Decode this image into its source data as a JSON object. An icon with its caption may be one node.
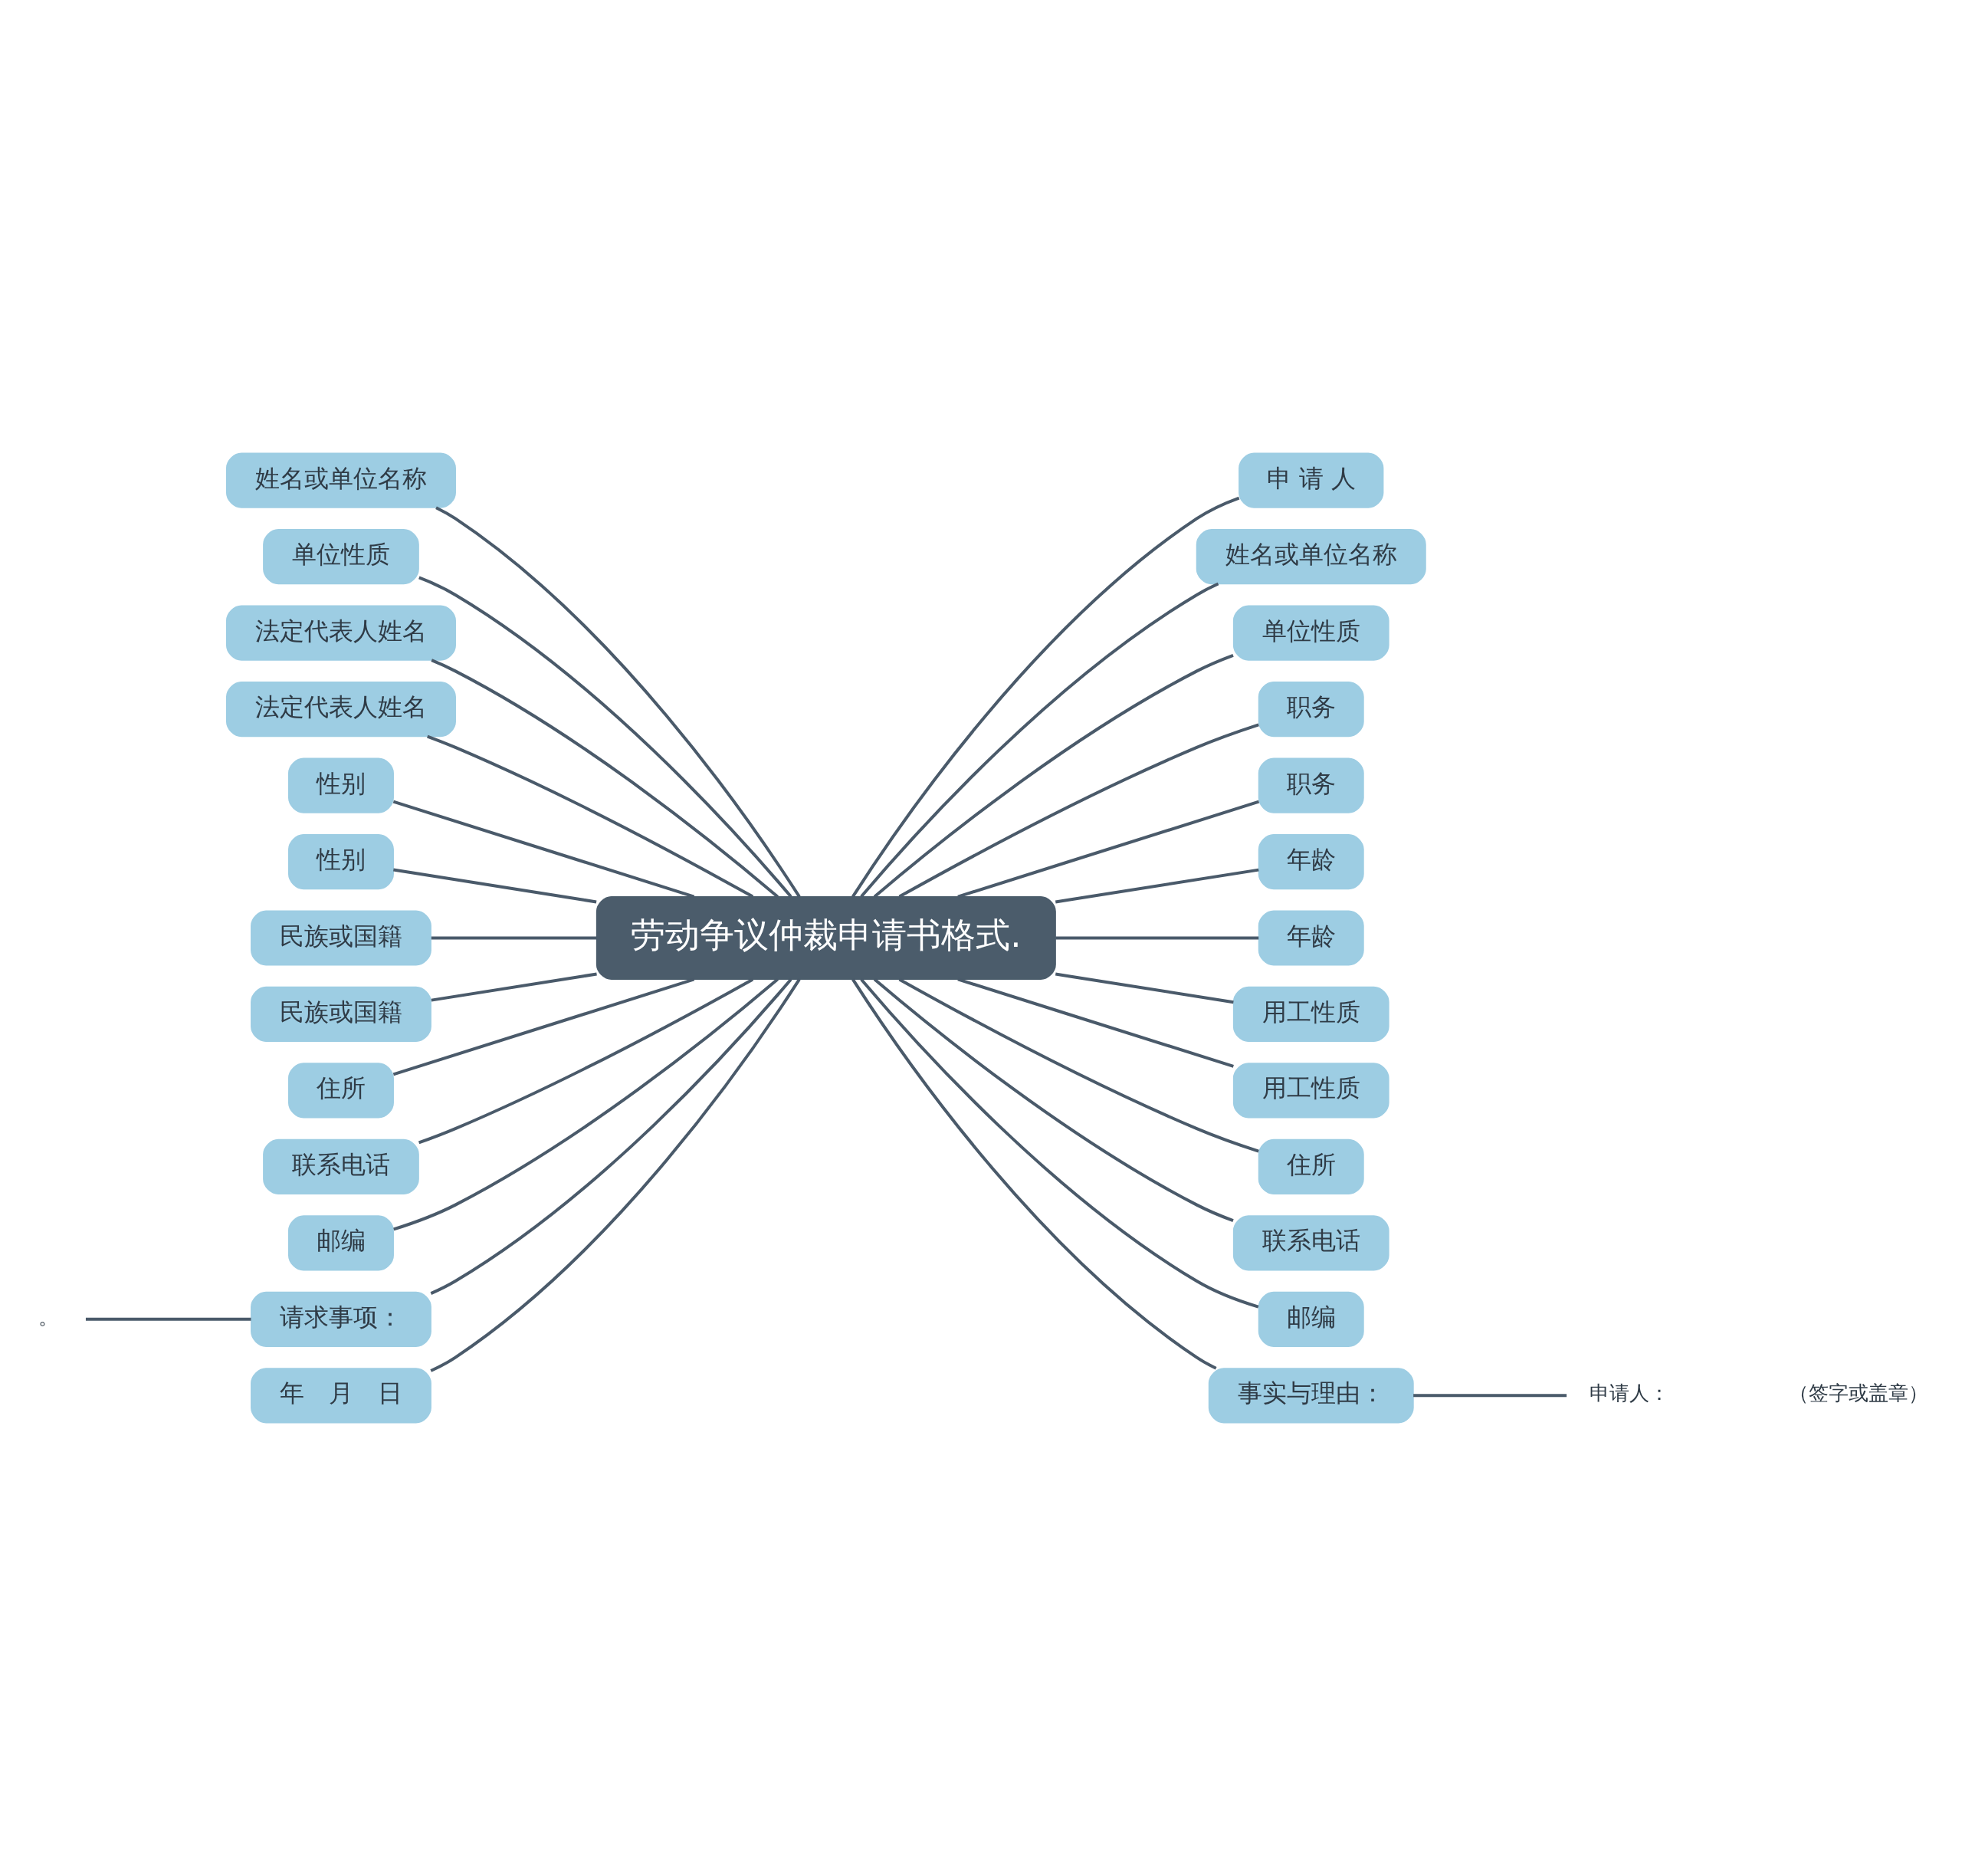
{
  "diagram": {
    "nodes": [
      {
        "text": [
          "劳动争议仲裁申请书格式."
        ]
      },
      {
        "text": [
          "姓名或单位名称"
        ]
      },
      {
        "text": [
          "单位性质"
        ]
      },
      {
        "text": [
          "法定代表人姓名"
        ]
      },
      {
        "text": [
          "法定代表人姓名"
        ]
      },
      {
        "text": [
          "性别"
        ]
      },
      {
        "text": [
          "性别"
        ]
      },
      {
        "text": [
          "民族或国籍"
        ]
      },
      {
        "text": [
          "民族或国籍"
        ]
      },
      {
        "text": [
          "住所"
        ]
      },
      {
        "text": [
          "联系电话"
        ]
      },
      {
        "text": [
          "邮编"
        ]
      },
      {
        "text": [
          "请求事项："
        ]
      },
      {
        "text": [
          "年　月　日"
        ]
      },
      {
        "text": [
          "申 请 人"
        ]
      },
      {
        "text": [
          "姓名或单位名称"
        ]
      },
      {
        "text": [
          "单位性质"
        ]
      },
      {
        "text": [
          "职务"
        ]
      },
      {
        "text": [
          "职务"
        ]
      },
      {
        "text": [
          "年龄"
        ]
      },
      {
        "text": [
          "年龄"
        ]
      },
      {
        "text": [
          "用工性质"
        ]
      },
      {
        "text": [
          "用工性质"
        ]
      },
      {
        "text": [
          "住所"
        ]
      },
      {
        "text": [
          "联系电话"
        ]
      },
      {
        "text": [
          "邮编"
        ]
      },
      {
        "text": [
          "事实与理由："
        ]
      },
      {
        "text": [
          "。"
        ]
      },
      {
        "text": [
          "申请人：　　　　　　（签字或盖章）"
        ]
      }
    ],
    "edges": [
      {
        "from": 0,
        "to": 1,
        "arrow": "none"
      },
      {
        "from": 0,
        "to": 2,
        "arrow": "none"
      },
      {
        "from": 0,
        "to": 3,
        "arrow": "none"
      },
      {
        "from": 0,
        "to": 4,
        "arrow": "none"
      },
      {
        "from": 0,
        "to": 5,
        "arrow": "none"
      },
      {
        "from": 0,
        "to": 6,
        "arrow": "none"
      },
      {
        "from": 0,
        "to": 7,
        "arrow": "none"
      },
      {
        "from": 0,
        "to": 8,
        "arrow": "none"
      },
      {
        "from": 0,
        "to": 9,
        "arrow": "none"
      },
      {
        "from": 0,
        "to": 10,
        "arrow": "none"
      },
      {
        "from": 0,
        "to": 11,
        "arrow": "none"
      },
      {
        "from": 0,
        "to": 12,
        "arrow": "none"
      },
      {
        "from": 0,
        "to": 13,
        "arrow": "none"
      },
      {
        "from": 0,
        "to": 14,
        "arrow": "none"
      },
      {
        "from": 0,
        "to": 15,
        "arrow": "none"
      },
      {
        "from": 0,
        "to": 16,
        "arrow": "none"
      },
      {
        "from": 0,
        "to": 17,
        "arrow": "none"
      },
      {
        "from": 0,
        "to": 18,
        "arrow": "none"
      },
      {
        "from": 0,
        "to": 19,
        "arrow": "none"
      },
      {
        "from": 0,
        "to": 20,
        "arrow": "none"
      },
      {
        "from": 0,
        "to": 21,
        "arrow": "none"
      },
      {
        "from": 0,
        "to": 22,
        "arrow": "none"
      },
      {
        "from": 0,
        "to": 23,
        "arrow": "none"
      },
      {
        "from": 0,
        "to": 24,
        "arrow": "none"
      },
      {
        "from": 0,
        "to": 25,
        "arrow": "none"
      },
      {
        "from": 0,
        "to": 26,
        "arrow": "none"
      },
      {
        "from": 12,
        "to": 27,
        "arrow": "none"
      },
      {
        "from": 26,
        "to": 28,
        "arrow": "none"
      }
    ]
  }
}
